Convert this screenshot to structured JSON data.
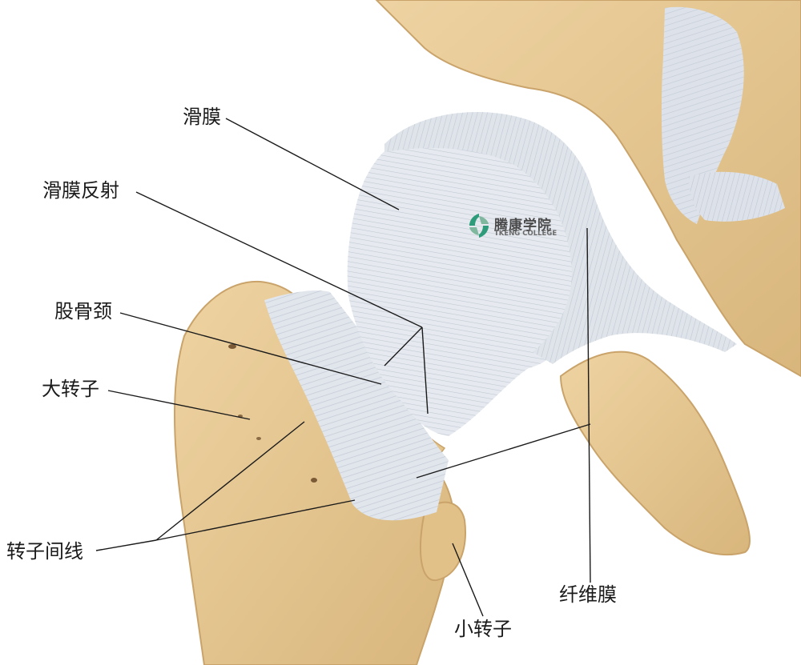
{
  "labels": {
    "synovial_membrane": "滑膜",
    "synovial_reflection": "滑膜反射",
    "femoral_neck": "股骨颈",
    "greater_trochanter": "大转子",
    "intertrochanteric_line": "转子间线",
    "lesser_trochanter": "小转子",
    "fibrous_membrane": "纤维膜"
  },
  "watermark": {
    "name_cn": "腾康学院",
    "name_en": "TKENG COLLEGE"
  },
  "colors": {
    "bone": "#E6C690",
    "bone_shadow": "#C9A36A",
    "ligament": "#DDE2EA",
    "ligament_fiber": "#B9C1CD",
    "leader_line": "#1a1a1a",
    "label_text": "#1a1a1a",
    "logo_green": "#2E9C7A"
  }
}
